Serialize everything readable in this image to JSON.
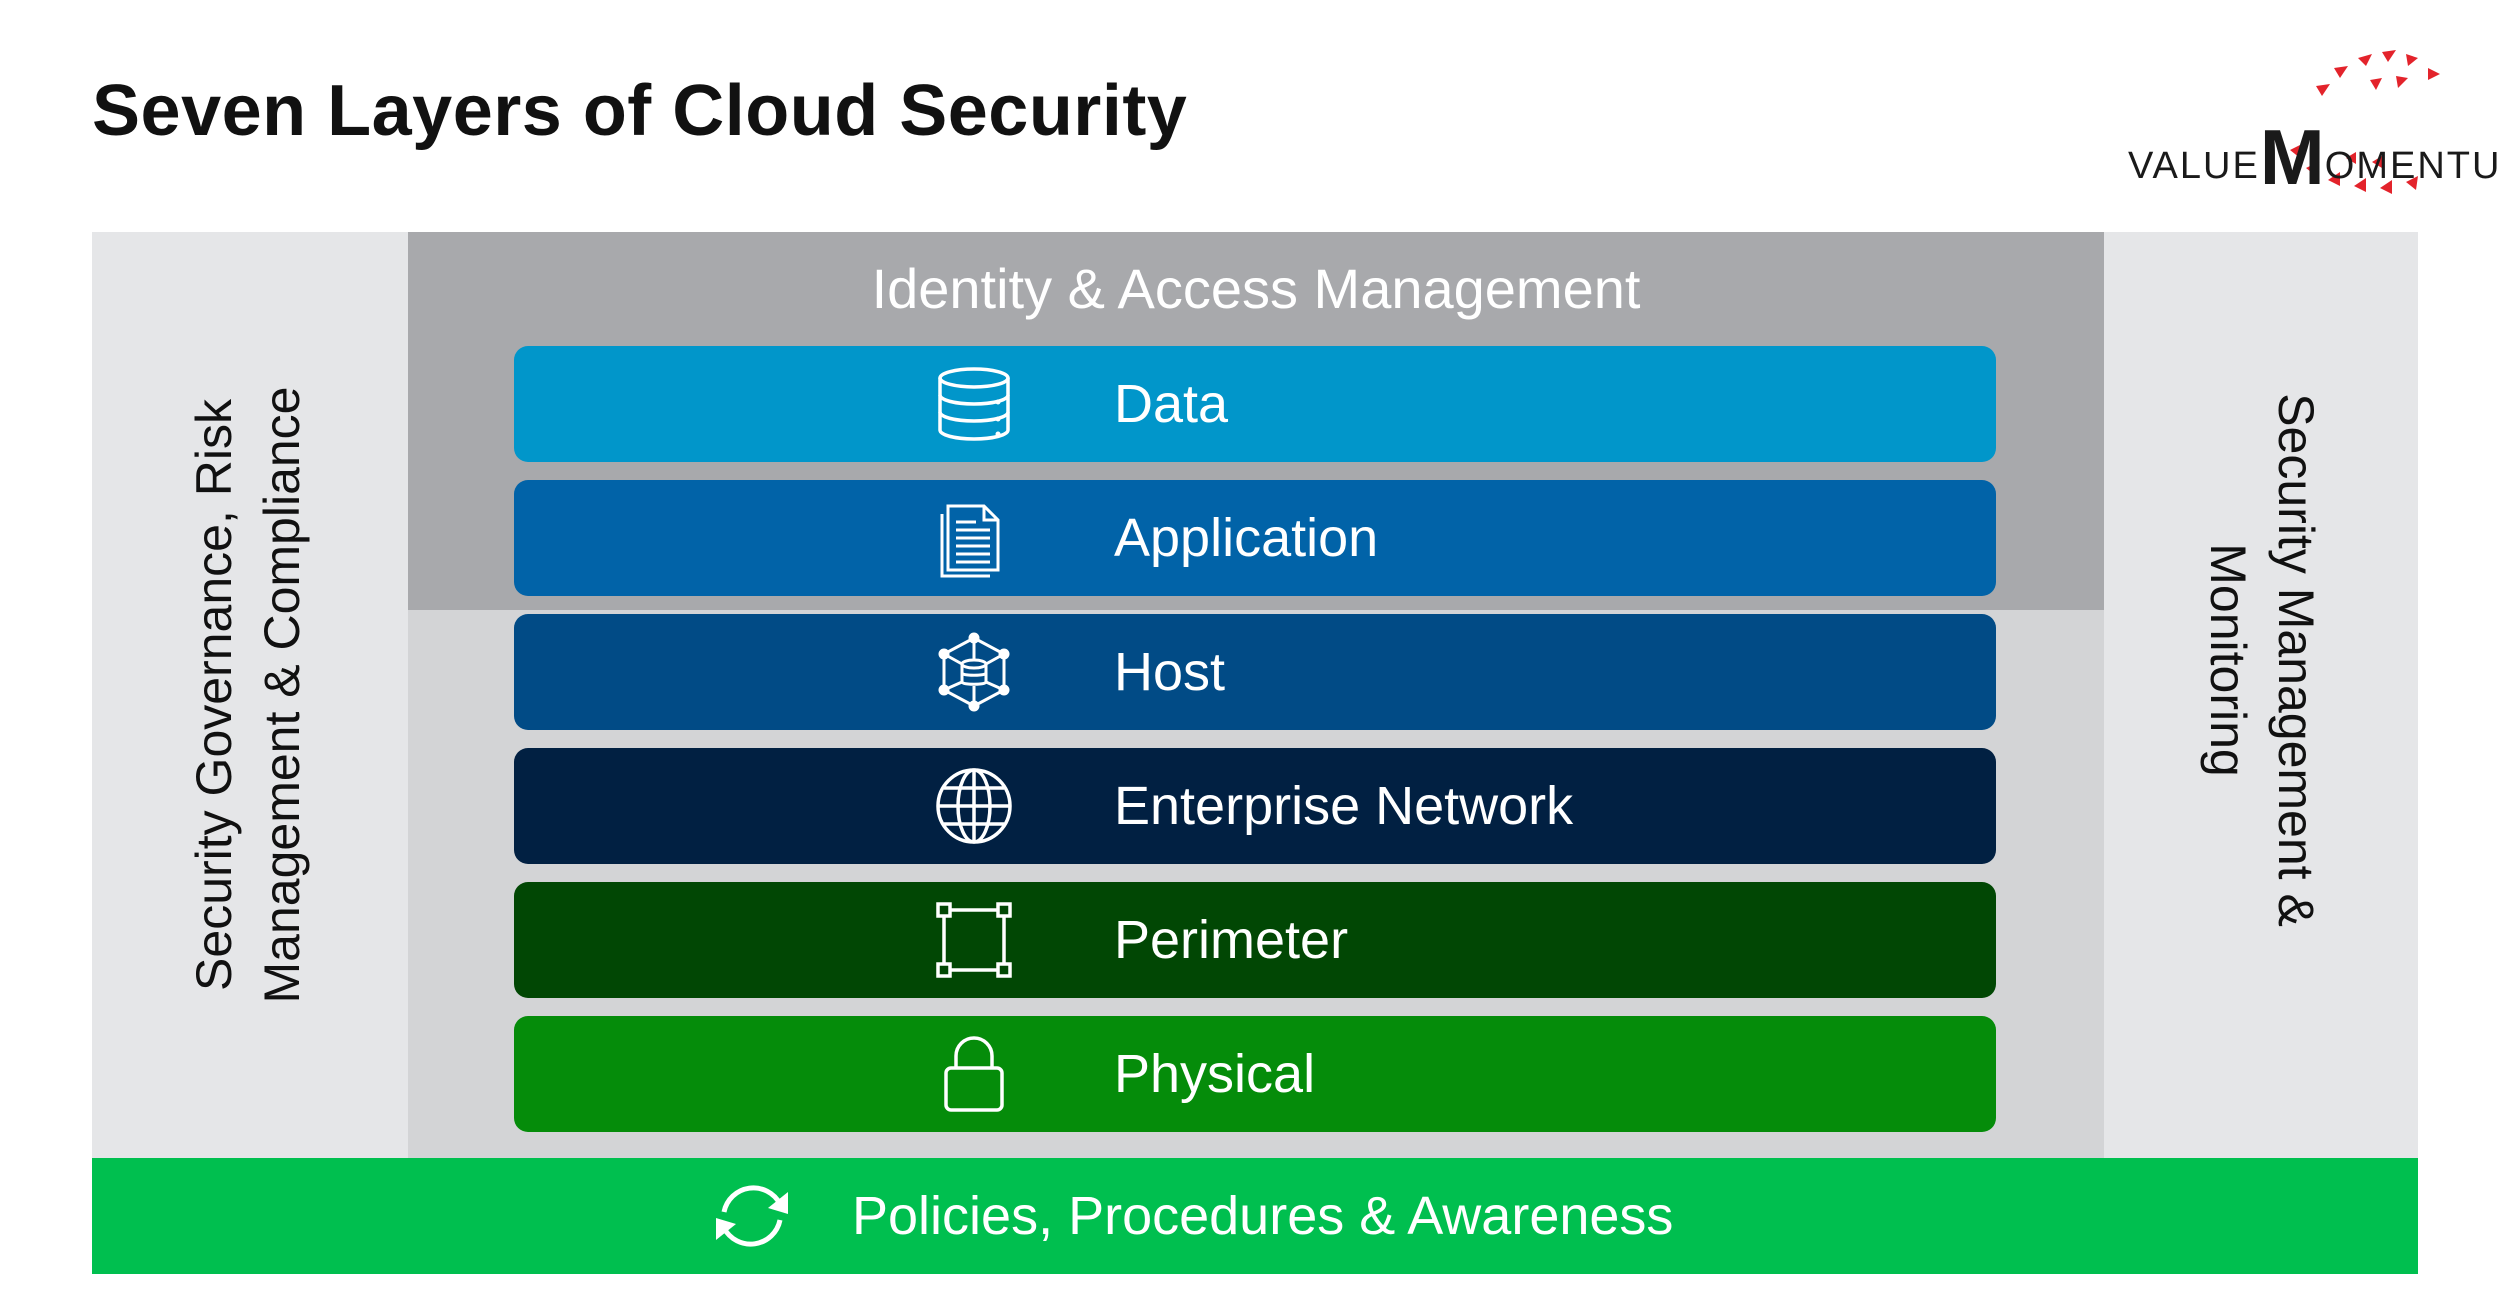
{
  "title": "Seven Layers of Cloud Security",
  "logo": {
    "prefix": "VALUE",
    "initial": "M",
    "suffix": "OMENTUM",
    "accent_color": "#e3232b"
  },
  "top_band": {
    "label": "Identity & Access Management",
    "color": "#a8a9ac"
  },
  "left_band": {
    "label_line1": "Security Governance, Risk",
    "label_line2": "Management & Compliance"
  },
  "right_band": {
    "label_line1": "Security Management &",
    "label_line2": "Monitoring"
  },
  "layers": [
    {
      "label": "Data",
      "icon": "database-icon",
      "color": "#0196ca"
    },
    {
      "label": "Application",
      "icon": "document-icon",
      "color": "#0163a8"
    },
    {
      "label": "Host",
      "icon": "host-network-icon",
      "color": "#014b86"
    },
    {
      "label": "Enterprise Network",
      "icon": "globe-icon",
      "color": "#012042"
    },
    {
      "label": "Perimeter",
      "icon": "perimeter-square-icon",
      "color": "#014704"
    },
    {
      "label": "Physical",
      "icon": "lock-icon",
      "color": "#058c0a"
    }
  ],
  "footer": {
    "label": "Policies, Procedures & Awareness",
    "icon": "refresh-cycle-icon",
    "color": "#00bf4f"
  }
}
